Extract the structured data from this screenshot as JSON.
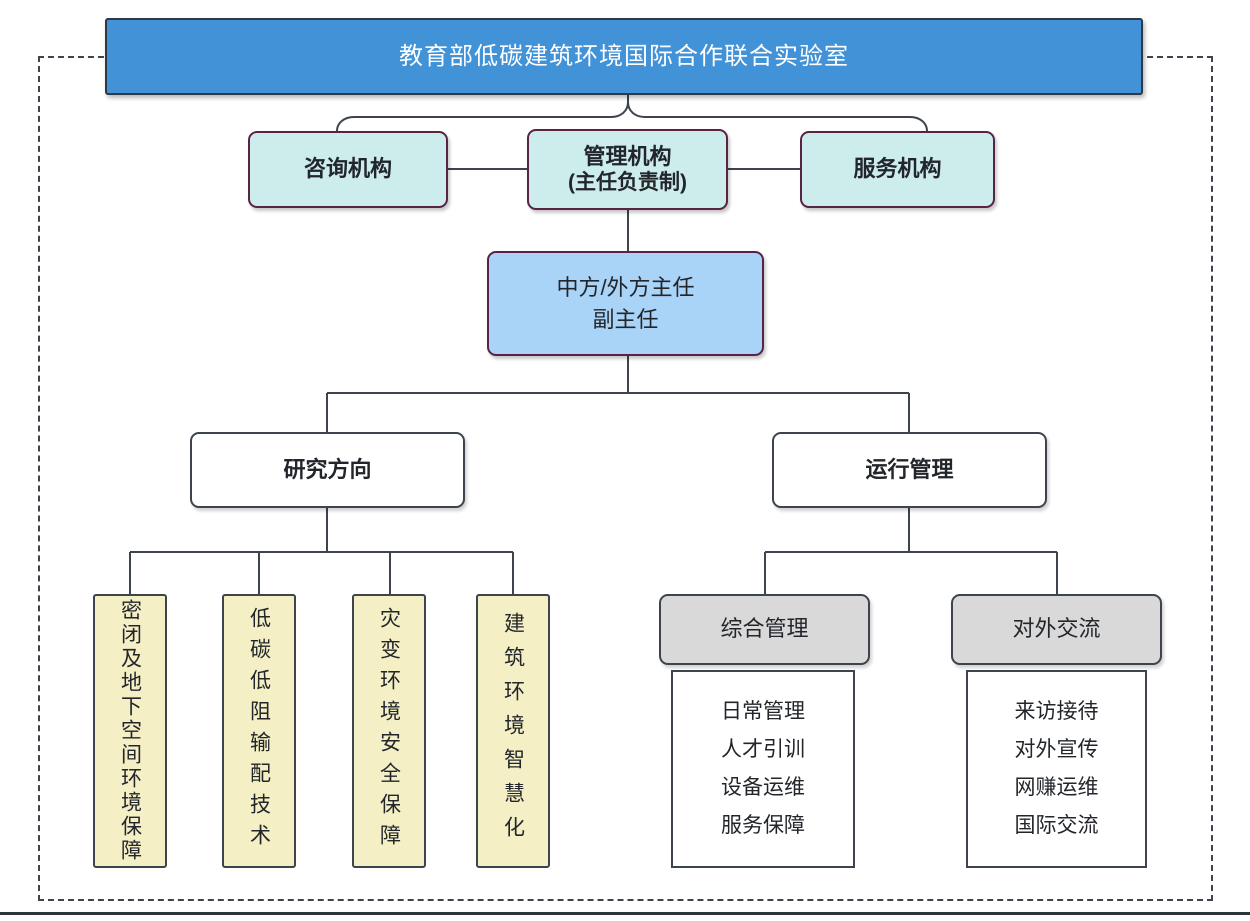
{
  "colors": {
    "banner_fill": "#4292d8",
    "banner_border": "#2e3944",
    "maroon_border": "#5a2343",
    "cyan_fill": "#cdecec",
    "director_blue_fill": "#a9d3f7",
    "yellow_fill": "#f5efc6",
    "gray_fill": "#d9d9d9",
    "line_color": "#3d444d"
  },
  "root": {
    "title": "教育部低碳建筑环境国际合作联合实验室"
  },
  "level2": [
    {
      "label": "咨询机构"
    },
    {
      "label": "管理机构",
      "sublabel": "(主任负责制)"
    },
    {
      "label": "服务机构"
    }
  ],
  "director": {
    "line1": "中方/外方主任",
    "line2": "副主任"
  },
  "research": {
    "label": "研究方向",
    "items": [
      "密闭及地下空间环境保障",
      "低碳低阻输配技术",
      "灾变环境安全保障",
      "建筑环境智慧化"
    ]
  },
  "operation": {
    "label": "运行管理",
    "groups": [
      {
        "label": "综合管理",
        "items": [
          "日常管理",
          "人才引训",
          "设备运维",
          "服务保障"
        ]
      },
      {
        "label": "对外交流",
        "items": [
          "来访接待",
          "对外宣传",
          "网赚运维",
          "国际交流"
        ]
      }
    ]
  }
}
